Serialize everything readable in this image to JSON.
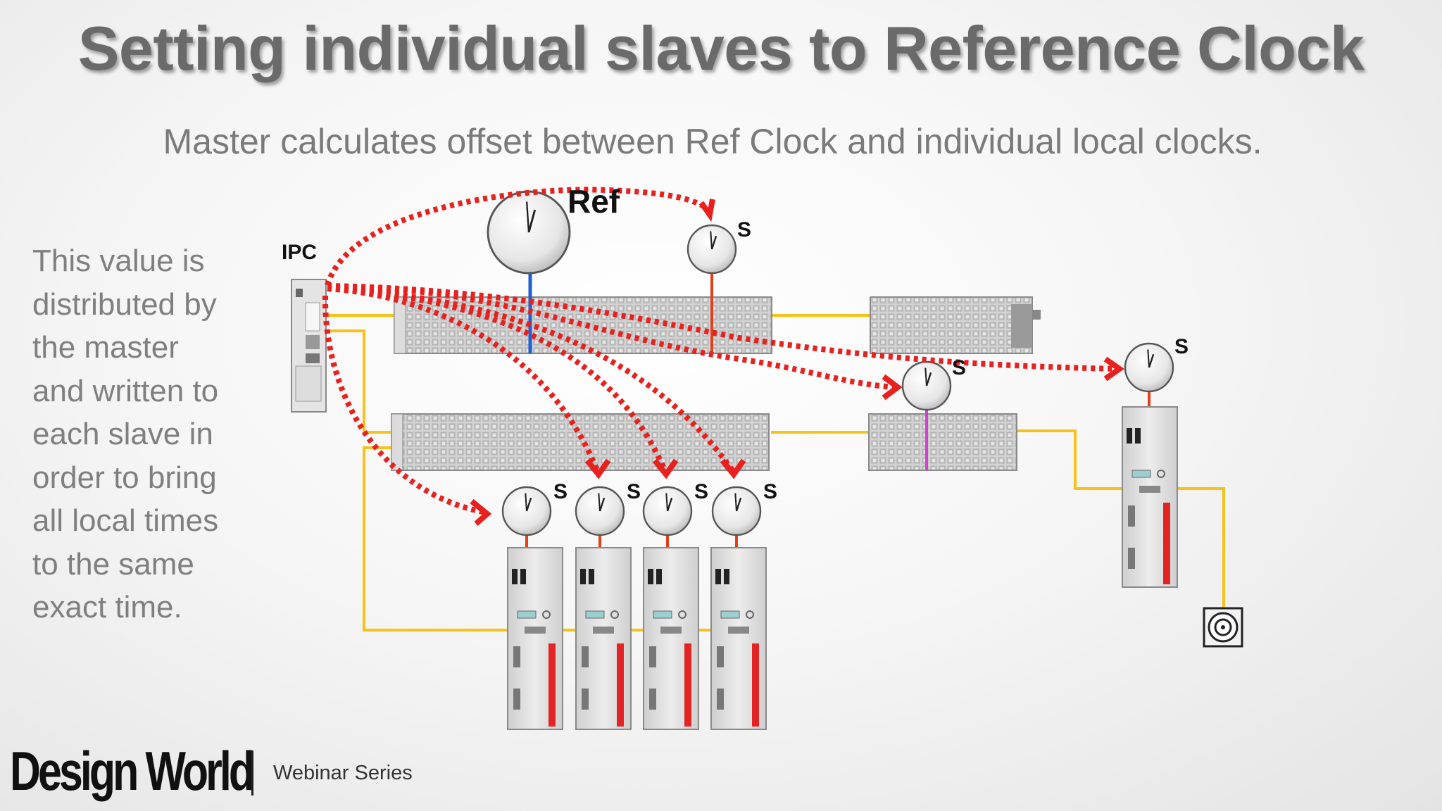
{
  "slide": {
    "title": "Setting individual slaves to Reference Clock",
    "subtitle": "Master calculates offset between Ref Clock and individual local clocks."
  },
  "side_text": {
    "lines": [
      "This value is",
      "distributed by",
      "the master",
      "and written to",
      "each slave in",
      "order to bring",
      "all local times",
      "to the same",
      "exact time."
    ]
  },
  "diagram": {
    "ipc_label": "IPC",
    "ref_label": "Ref",
    "slave_label": "S",
    "colors": {
      "sync_arrow": "#e8201e",
      "ethercat_cable": "#f7c21a",
      "ref_link": "#1f5fd6",
      "slave_link": "#e2401a",
      "alt_link": "#d43fd0",
      "drive_bar": "#e32424"
    }
  },
  "footer": {
    "logo": "Design World",
    "series": "Webinar Series"
  }
}
